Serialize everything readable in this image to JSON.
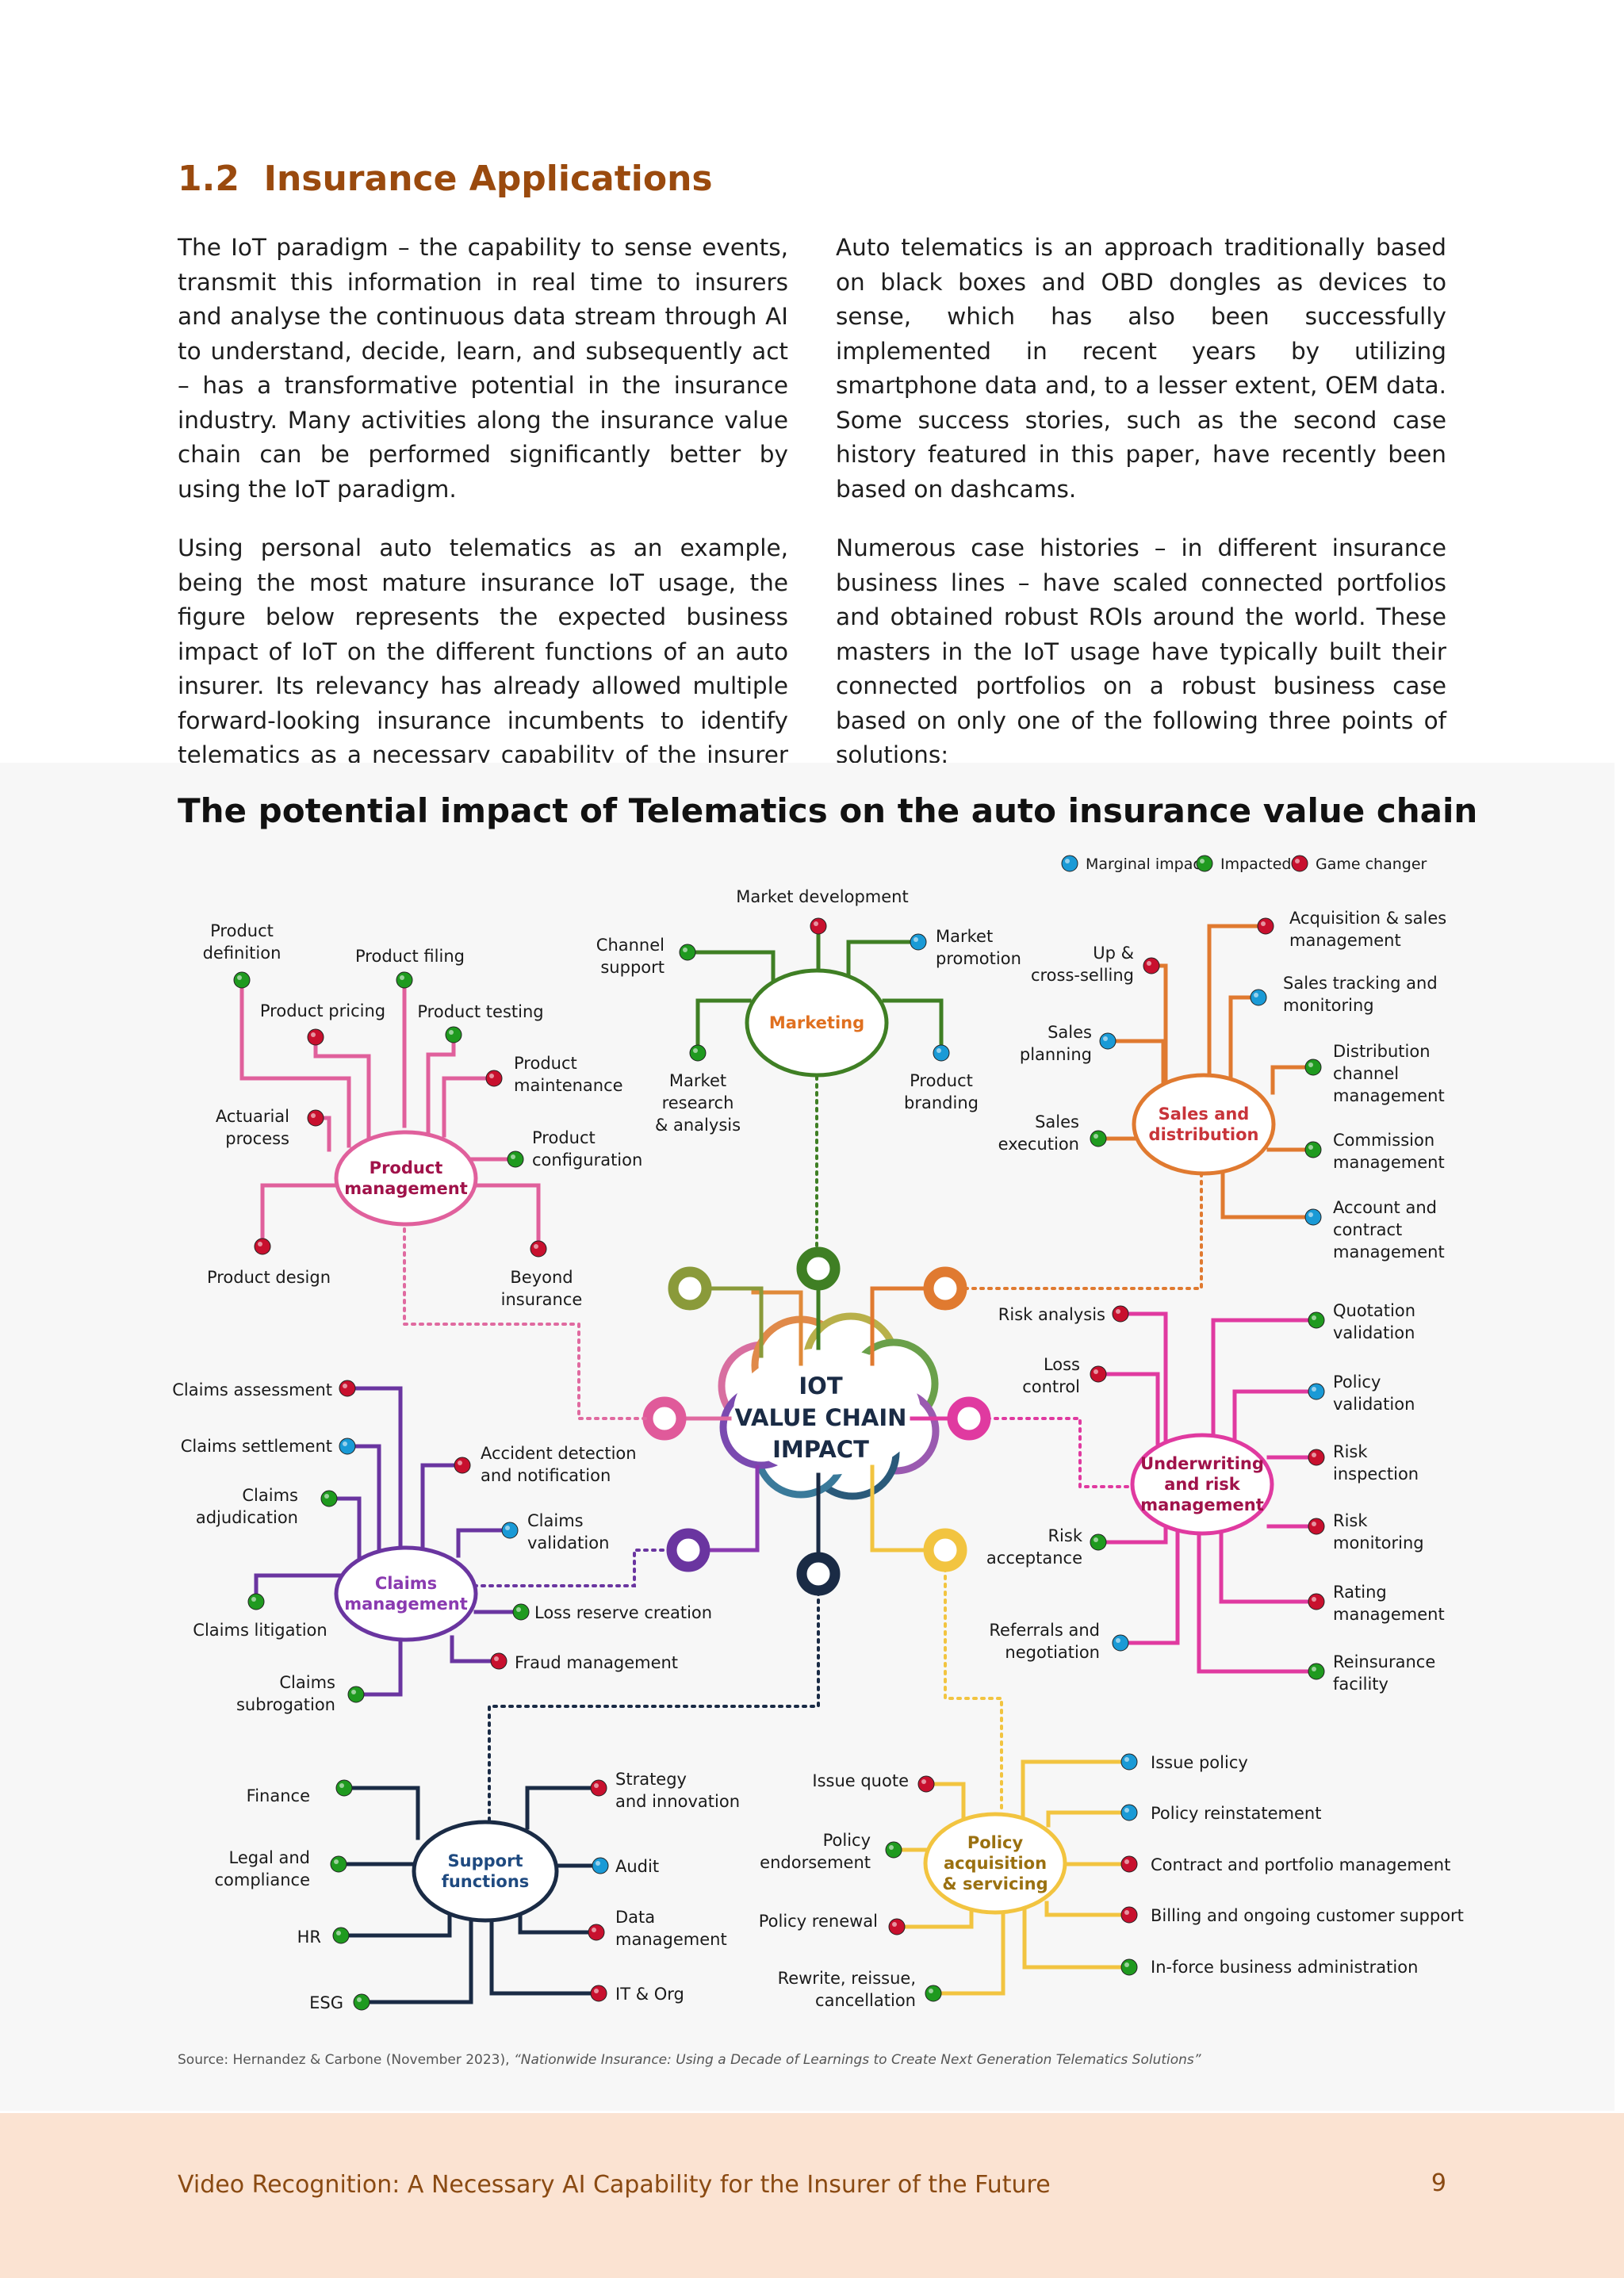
{
  "section": {
    "number": "1.2",
    "title": "Insurance Applications"
  },
  "body": {
    "left_paragraphs": [
      "The IoT paradigm – the capability to sense events, transmit this information in real time to insurers and analyse the continuous data stream through AI to understand, decide, learn, and subsequently act – has a transformative potential in the insurance industry. Many activities along the insurance value chain can be performed significantly better by using the IoT paradigm.",
      "Using personal auto telematics as an example, being the most mature insurance IoT usage, the figure below represents the expected business impact of IoT on the different functions of an auto insurer. Its relevancy has already allowed multiple forward-looking insurance incumbents to identify telematics as a necessary capability of the insurer of the future."
    ],
    "right_paragraphs": [
      "Auto telematics is an approach traditionally based on black boxes and OBD dongles as devices to sense, which has also been successfully implemented in recent years by utilizing smartphone data and, to a lesser extent, OEM data. Some success stories, such as the second case history featured in this paper, have recently been based on dashcams.",
      "Numerous case histories – in different insurance business lines – have scaled connected portfolios and obtained robust ROIs around the world. These masters in the IoT usage have typically built their connected portfolios on a robust business case based on only one of the following three points of solutions:"
    ]
  },
  "figure": {
    "title": "The potential impact of Telematics on the auto insurance value chain",
    "center_lines": [
      "IOT",
      "VALUE CHAIN",
      "IMPACT"
    ],
    "legend": [
      {
        "label": "Marginal impact",
        "level": "marginal"
      },
      {
        "label": "Impacted",
        "level": "impacted"
      },
      {
        "label": "Game changer",
        "level": "game"
      }
    ],
    "level_colors": {
      "marginal": "#1a9ad6",
      "impacted": "#1f9a1f",
      "game": "#c8102e"
    },
    "branches": [
      {
        "key": "product",
        "color": "#e0609c",
        "title_color": "#a0124a",
        "hub_lines": [
          "Product",
          "management"
        ],
        "items": [
          {
            "lines": [
              "Product",
              "definition"
            ],
            "level": "impacted"
          },
          {
            "lines": [
              "Product filing"
            ],
            "level": "impacted"
          },
          {
            "lines": [
              "Product pricing"
            ],
            "level": "game"
          },
          {
            "lines": [
              "Product testing"
            ],
            "level": "impacted"
          },
          {
            "lines": [
              "Product",
              "maintenance"
            ],
            "level": "game"
          },
          {
            "lines": [
              "Actuarial",
              "process"
            ],
            "level": "game"
          },
          {
            "lines": [
              "Product",
              "configuration"
            ],
            "level": "impacted"
          },
          {
            "lines": [
              "Product design"
            ],
            "level": "game"
          },
          {
            "lines": [
              "Beyond",
              "insurance"
            ],
            "level": "game"
          }
        ]
      },
      {
        "key": "marketing",
        "color": "#3f7f24",
        "title_color": "#e07020",
        "hub_lines": [
          "Marketing"
        ],
        "items": [
          {
            "lines": [
              "Market development"
            ],
            "level": "game"
          },
          {
            "lines": [
              "Channel",
              "support"
            ],
            "level": "impacted"
          },
          {
            "lines": [
              "Market",
              "promotion"
            ],
            "level": "marginal"
          },
          {
            "lines": [
              "Market",
              "research",
              "& analysis"
            ],
            "level": "impacted"
          },
          {
            "lines": [
              "Product",
              "branding"
            ],
            "level": "marginal"
          }
        ]
      },
      {
        "key": "sales",
        "color": "#e07a30",
        "title_color": "#c8343a",
        "hub_lines": [
          "Sales and",
          "distribution"
        ],
        "items": [
          {
            "lines": [
              "Acquisition & sales",
              "management"
            ],
            "level": "game"
          },
          {
            "lines": [
              "Up &",
              "cross-selling"
            ],
            "level": "game"
          },
          {
            "lines": [
              "Sales tracking and",
              "monitoring"
            ],
            "level": "marginal"
          },
          {
            "lines": [
              "Sales",
              "planning"
            ],
            "level": "marginal"
          },
          {
            "lines": [
              "Distribution",
              "channel",
              "management"
            ],
            "level": "impacted"
          },
          {
            "lines": [
              "Sales",
              "execution"
            ],
            "level": "impacted"
          },
          {
            "lines": [
              "Commission",
              "management"
            ],
            "level": "impacted"
          },
          {
            "lines": [
              "Account and",
              "contract",
              "management"
            ],
            "level": "marginal"
          }
        ]
      },
      {
        "key": "underwriting",
        "color": "#e03aa0",
        "title_color": "#a0124a",
        "hub_lines": [
          "Underwriting",
          "and risk",
          "management"
        ],
        "items": [
          {
            "lines": [
              "Risk analysis"
            ],
            "level": "game"
          },
          {
            "lines": [
              "Quotation",
              "validation"
            ],
            "level": "impacted"
          },
          {
            "lines": [
              "Loss",
              "control"
            ],
            "level": "game"
          },
          {
            "lines": [
              "Policy",
              "validation"
            ],
            "level": "marginal"
          },
          {
            "lines": [
              "Risk",
              "inspection"
            ],
            "level": "game"
          },
          {
            "lines": [
              "Risk",
              "monitoring"
            ],
            "level": "game"
          },
          {
            "lines": [
              "Risk",
              "acceptance"
            ],
            "level": "impacted"
          },
          {
            "lines": [
              "Rating",
              "management"
            ],
            "level": "game"
          },
          {
            "lines": [
              "Referrals and",
              "negotiation"
            ],
            "level": "marginal"
          },
          {
            "lines": [
              "Reinsurance",
              "facility"
            ],
            "level": "impacted"
          }
        ]
      },
      {
        "key": "claims",
        "color": "#6a35a0",
        "title_color": "#8a3ab0",
        "hub_lines": [
          "Claims",
          "management"
        ],
        "items": [
          {
            "lines": [
              "Claims assessment"
            ],
            "level": "game"
          },
          {
            "lines": [
              "Claims settlement"
            ],
            "level": "marginal"
          },
          {
            "lines": [
              "Accident detection",
              "and notification"
            ],
            "level": "game"
          },
          {
            "lines": [
              "Claims",
              "adjudication"
            ],
            "level": "impacted"
          },
          {
            "lines": [
              "Claims",
              "validation"
            ],
            "level": "marginal"
          },
          {
            "lines": [
              "Claims litigation"
            ],
            "level": "impacted"
          },
          {
            "lines": [
              "Loss reserve creation"
            ],
            "level": "impacted"
          },
          {
            "lines": [
              "Fraud management"
            ],
            "level": "game"
          },
          {
            "lines": [
              "Claims",
              "subrogation"
            ],
            "level": "impacted"
          }
        ]
      },
      {
        "key": "support",
        "color": "#1a2b45",
        "title_color": "#1f4a80",
        "hub_lines": [
          "Support",
          "functions"
        ],
        "items": [
          {
            "lines": [
              "Finance"
            ],
            "level": "impacted"
          },
          {
            "lines": [
              "Strategy",
              "and innovation"
            ],
            "level": "game"
          },
          {
            "lines": [
              "Legal and",
              "compliance"
            ],
            "level": "impacted"
          },
          {
            "lines": [
              "Audit"
            ],
            "level": "marginal"
          },
          {
            "lines": [
              "HR"
            ],
            "level": "impacted"
          },
          {
            "lines": [
              "Data",
              "management"
            ],
            "level": "game"
          },
          {
            "lines": [
              "ESG"
            ],
            "level": "impacted"
          },
          {
            "lines": [
              "IT & Org"
            ],
            "level": "game"
          }
        ]
      },
      {
        "key": "policy",
        "color": "#f2c440",
        "title_color": "#9a7010",
        "hub_lines": [
          "Policy",
          "acquisition",
          "& servicing"
        ],
        "items": [
          {
            "lines": [
              "Issue policy"
            ],
            "level": "marginal"
          },
          {
            "lines": [
              "Issue quote"
            ],
            "level": "game"
          },
          {
            "lines": [
              "Policy reinstatement"
            ],
            "level": "marginal"
          },
          {
            "lines": [
              "Policy",
              "endorsement"
            ],
            "level": "impacted"
          },
          {
            "lines": [
              "Contract and portfolio management"
            ],
            "level": "game"
          },
          {
            "lines": [
              "Policy renewal"
            ],
            "level": "game"
          },
          {
            "lines": [
              "Billing and ongoing customer support"
            ],
            "level": "game"
          },
          {
            "lines": [
              "Rewrite, reissue,",
              "cancellation"
            ],
            "level": "impacted"
          },
          {
            "lines": [
              "In-force business administration"
            ],
            "level": "impacted"
          }
        ]
      }
    ],
    "source_prefix": "Source: Hernandez & Carbone (November 2023), ",
    "source_title": "“Nationwide Insurance: Using a Decade of Learnings to Create Next Generation Telematics Solutions”"
  },
  "footer": {
    "title": "Video Recognition: A Necessary AI Capability for the Insurer of the Future",
    "page_number": "9"
  }
}
